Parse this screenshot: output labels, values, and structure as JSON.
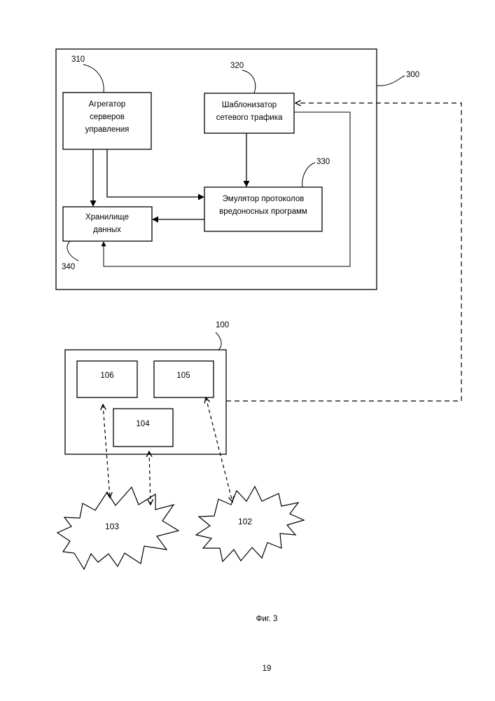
{
  "figure": {
    "caption": "Фиг. 3",
    "page_number": "19"
  },
  "system": {
    "ref": "300",
    "aggregator": {
      "ref": "310",
      "lines": [
        "Агрегатор",
        "серверов",
        "управления"
      ]
    },
    "templatizer": {
      "ref": "320",
      "lines": [
        "Шаблонизатор",
        "сетевого трафика"
      ]
    },
    "emulator": {
      "ref": "330",
      "lines": [
        "Эмулятор протоколов",
        "вредоносных программ"
      ]
    },
    "storage": {
      "ref": "340",
      "lines": [
        "Хранилище",
        "данных"
      ]
    }
  },
  "device": {
    "ref": "100",
    "module_106": "106",
    "module_105": "105",
    "module_104": "104"
  },
  "networks": {
    "net_103": "103",
    "net_102": "102"
  }
}
